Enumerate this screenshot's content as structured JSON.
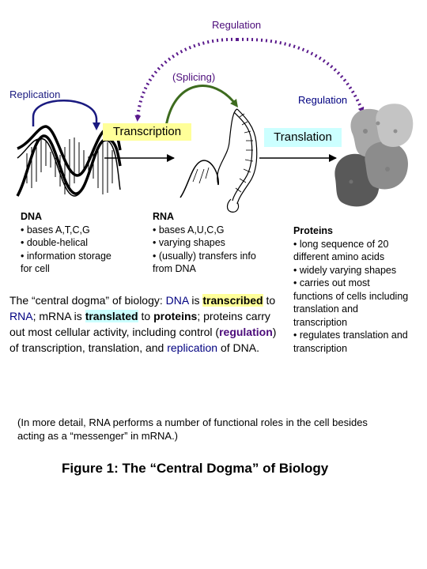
{
  "labels": {
    "regulation_top": "Regulation",
    "splicing": "(Splicing)",
    "replication": "Replication",
    "regulation_right": "Regulation",
    "transcription": "Transcription",
    "translation": "Translation"
  },
  "dna": {
    "title": "DNA",
    "lines": [
      "• bases A,T,C,G",
      "• double-helical",
      "• information storage",
      "for cell"
    ]
  },
  "rna": {
    "title": "RNA",
    "lines": [
      "• bases A,U,C,G",
      "• varying shapes",
      "• (usually) transfers info",
      "from DNA"
    ]
  },
  "proteins": {
    "title": "Proteins",
    "lines": [
      "• long sequence of 20",
      "different amino acids",
      "• widely varying shapes",
      "• carries out most",
      "functions of cells including",
      "translation and",
      "transcription",
      "• regulates translation and",
      "transcription"
    ]
  },
  "caption": {
    "p1": "The “central dogma” of biology: ",
    "dna": "DNA",
    "p2": " is ",
    "transcribed": "transcribed",
    "p3": " to ",
    "rna": "RNA",
    "p4": "; mRNA is ",
    "translated": "translated",
    "p5": " to ",
    "proteins": "proteins",
    "p6": "; proteins carry out most cellular activity, including control (",
    "regulation": "regulation",
    "p7": ") of transcription, translation, and ",
    "replication": "replication",
    "p8": " of DNA."
  },
  "note": {
    "line1": "(In more detail, RNA performs a number of functional roles in the cell besides",
    "line2": "acting as a “messenger” in mRNA.)"
  },
  "figure_title": "Figure 1: The “Central Dogma” of Biology",
  "colors": {
    "regulation_arrow": "#5a1a8c",
    "splicing_arrow": "#3d6b1e",
    "replication_arrow": "#1a1a80",
    "transcription_box": "#ffff99",
    "translation_box": "#ccffff"
  }
}
